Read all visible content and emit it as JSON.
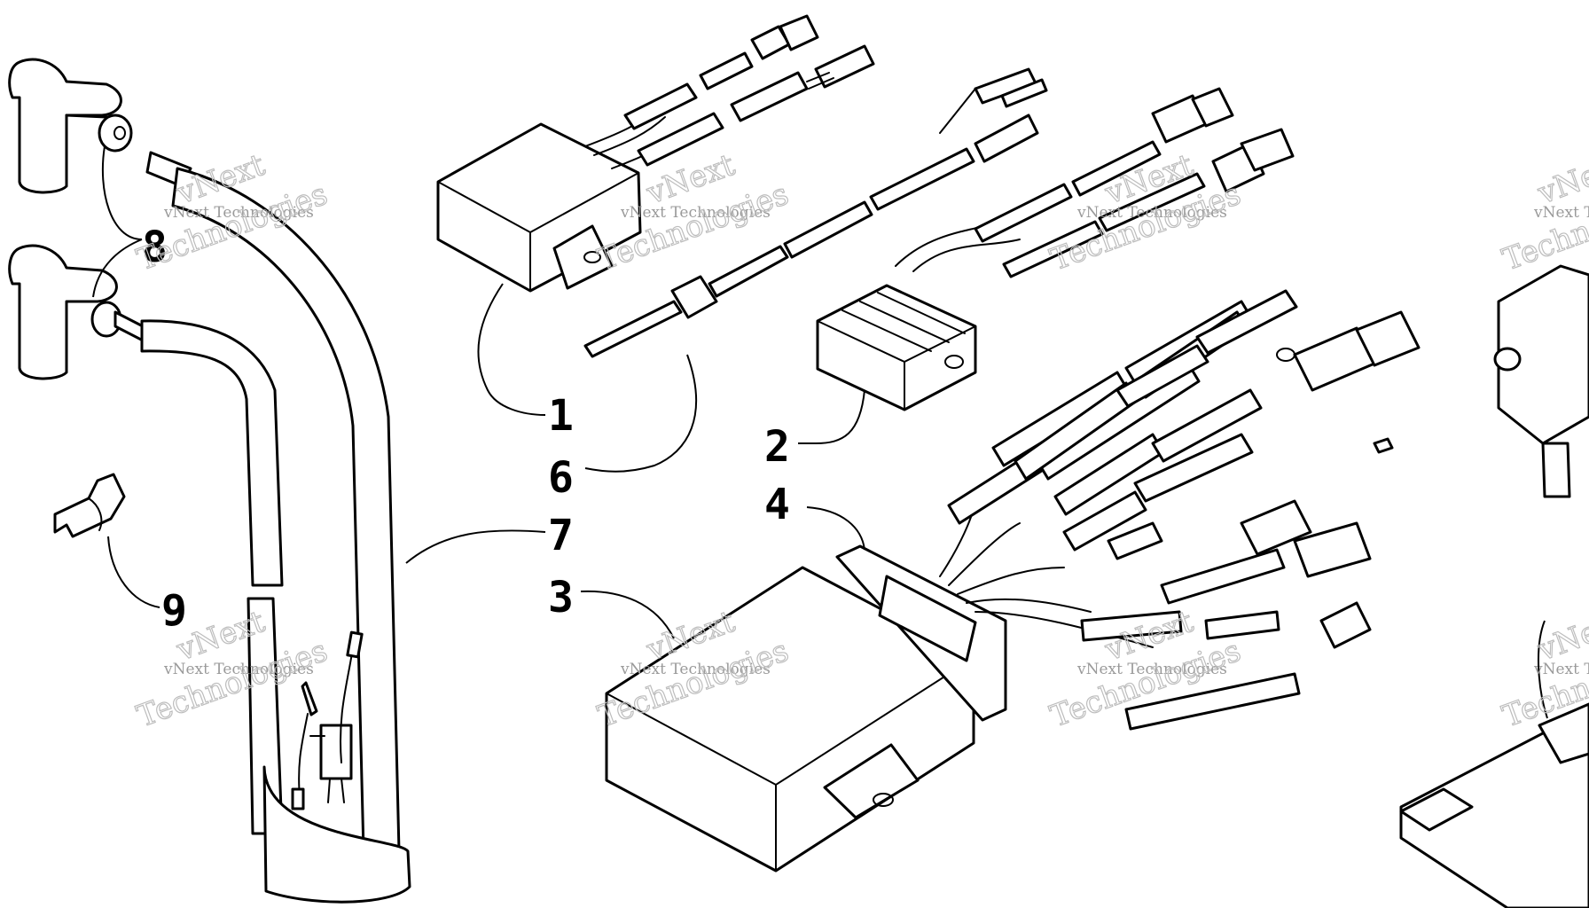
{
  "diagram": {
    "callouts": [
      "1",
      "2",
      "3",
      "4",
      "6",
      "7",
      "8",
      "9"
    ],
    "watermark": {
      "brand": "vNext",
      "line1": "vNext Technologies",
      "line2": "Technologies"
    }
  }
}
